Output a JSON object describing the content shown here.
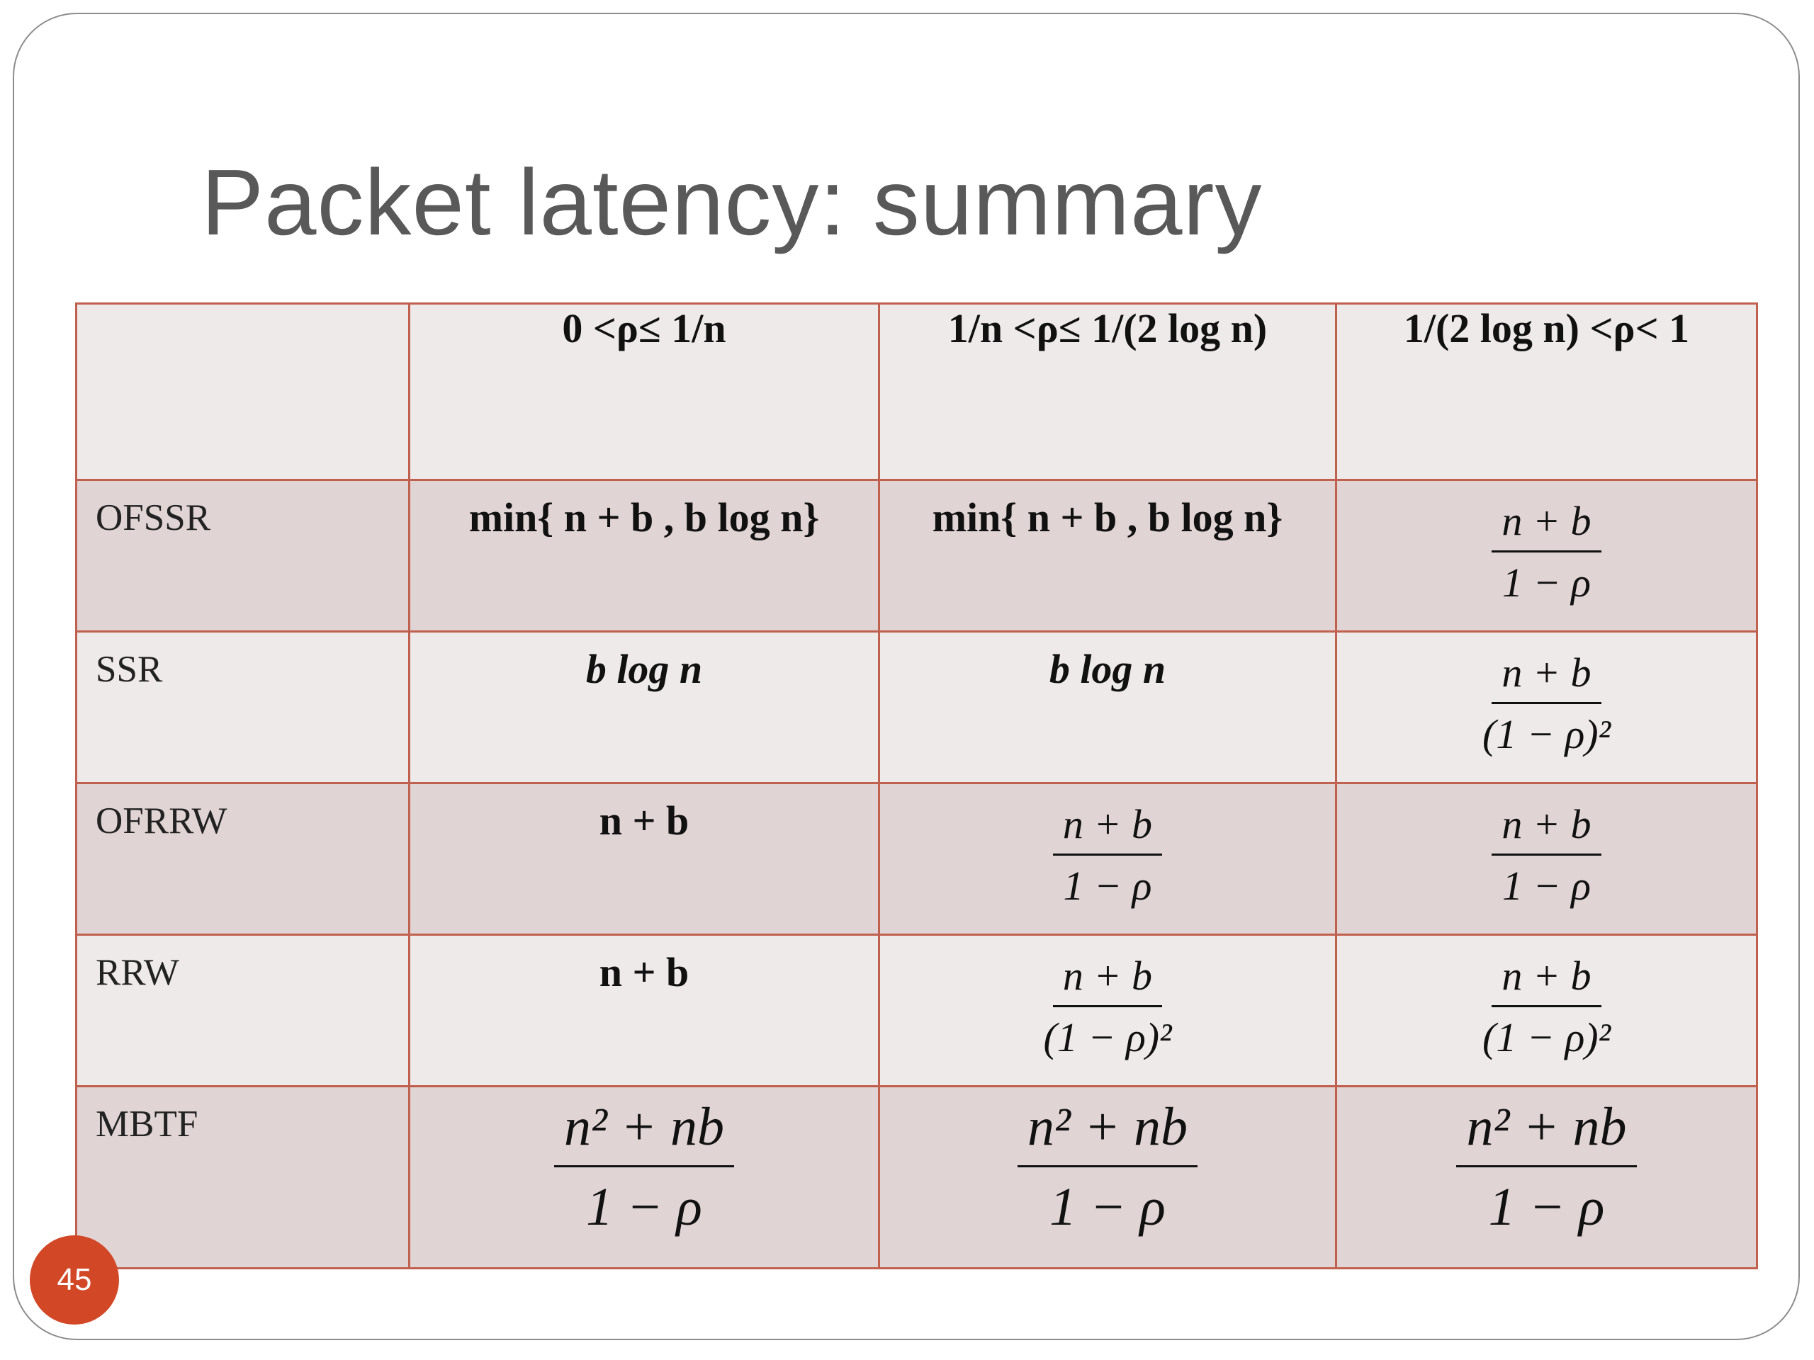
{
  "slide": {
    "title": "Packet latency: summary",
    "page_number": "45"
  },
  "table": {
    "headers": [
      "",
      "0 <ρ≤ 1/n",
      "1/n <ρ≤ 1/(2 log n)",
      "1/(2 log n) <ρ< 1"
    ],
    "rows": [
      {
        "label": "OFSSR",
        "c1": "min{ n + b , b log n}",
        "c2": "min{ n + b , b log n}",
        "c3": {
          "num": "n + b",
          "den": "1 − ρ"
        }
      },
      {
        "label": "SSR",
        "c1": "b log n",
        "c2": "b log n",
        "c3": {
          "num": "n + b",
          "den": "(1 − ρ)²"
        }
      },
      {
        "label": "OFRRW",
        "c1": "n + b",
        "c2": {
          "num": "n + b",
          "den": "1 − ρ"
        },
        "c3": {
          "num": "n + b",
          "den": "1 − ρ"
        }
      },
      {
        "label": "RRW",
        "c1": "n + b",
        "c2": {
          "num": "n + b",
          "den": "(1 − ρ)²"
        },
        "c3": {
          "num": "n + b",
          "den": "(1 − ρ)²"
        }
      },
      {
        "label": "MBTF",
        "c1": {
          "num": "n² + nb",
          "den": "1 − ρ"
        },
        "c2": {
          "num": "n² + nb",
          "den": "1 − ρ"
        },
        "c3": {
          "num": "n² + nb",
          "den": "1 − ρ"
        }
      }
    ]
  },
  "colors": {
    "border": "#c0604e",
    "row_light": "#eeeaea",
    "row_dark": "#e0d4d4",
    "badge": "#d24726",
    "title": "#595959"
  }
}
